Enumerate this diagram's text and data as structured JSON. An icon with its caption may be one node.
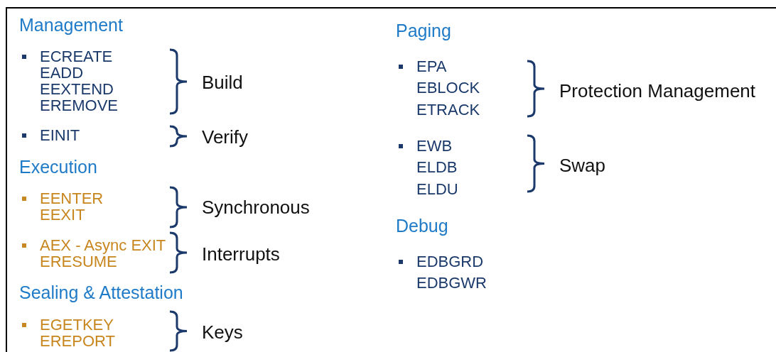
{
  "diagram": {
    "labels": [
      "Management",
      "ECREATE",
      "EADD",
      "EEXTEND",
      "EREMOVE",
      "Build",
      "EINIT",
      "Verify",
      "Execution",
      "EENTER",
      "EEXIT",
      "Synchronous",
      "AEX - Async EXIT",
      "ERESUME",
      "Interrupts",
      "Sealing & Attestation",
      "EGETKEY",
      "EREPORT",
      "Keys",
      "Paging",
      "EPA",
      "EBLOCK",
      "ETRACK",
      "Protection Management",
      "EWB",
      "ELDB",
      "ELDU",
      "Swap",
      "Debug",
      "EDBGRD",
      "EDBGWR"
    ]
  }
}
